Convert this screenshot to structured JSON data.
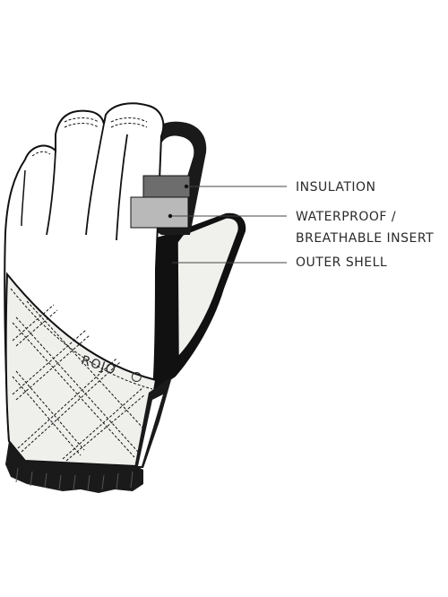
{
  "brand": {
    "name": "ROJO"
  },
  "callouts": [
    {
      "text": "INSULATION"
    },
    {
      "line1": "WATERPROOF /",
      "line2": "BREATHABLE INSERT"
    },
    {
      "text": "OUTER SHELL"
    }
  ],
  "colors": {
    "outline": "#111111",
    "shell": "#ffffff",
    "quilt_panel": "#efefec",
    "palm": "#f0f0ec",
    "insulation": "#6d6d6d",
    "insert": "#b9b9b9",
    "cuff": "#1a1a1a",
    "text": "#2a2a2a"
  }
}
